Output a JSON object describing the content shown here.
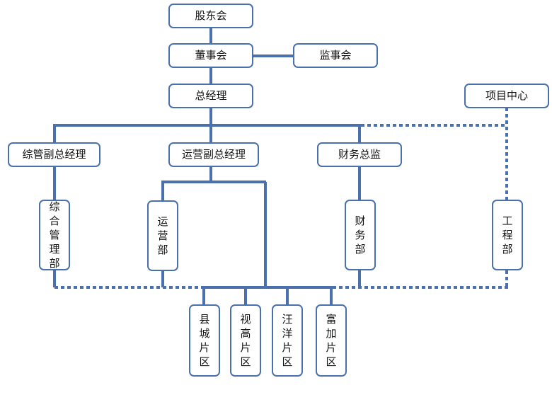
{
  "org_chart": {
    "line_color": "#4a70ad",
    "nodes": {
      "shareholders": "股东会",
      "board": "董事会",
      "supervisors": "监事会",
      "gm": "总经理",
      "project_center": "项目中心",
      "admin_vp": "综管副总经理",
      "ops_vp": "运营副总经理",
      "finance_director": "财务总监",
      "admin_dept": "综合管理部",
      "ops_dept": "运营部",
      "finance_dept": "财务部",
      "engineering_dept": "工程部",
      "county_district": "县城片区",
      "shigao_district": "视高片区",
      "wangyang_district": "汪洋片区",
      "fujia_district": "富加片区"
    }
  }
}
